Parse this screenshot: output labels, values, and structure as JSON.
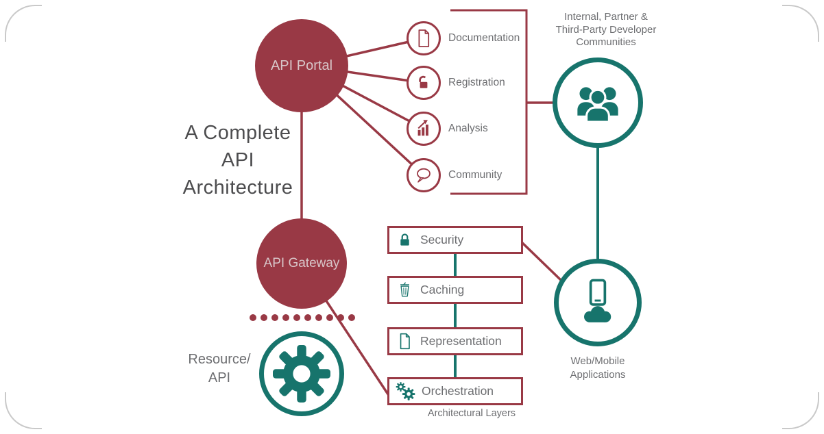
{
  "colors": {
    "maroon": "#993945",
    "teal": "#17746C",
    "title_text": "#4D4D4F",
    "label_text": "#6D6E71"
  },
  "title": {
    "lines": [
      "A Complete",
      "API",
      "Architecture"
    ]
  },
  "nodes": {
    "api_portal": {
      "label": "API Portal"
    },
    "api_gateway": {
      "label": "API Gateway"
    },
    "resource_api": {
      "lines": [
        "Resource/",
        "API"
      ]
    },
    "communities": {
      "lines": [
        "Internal, Partner &",
        "Third-Party Developer",
        "Communities"
      ]
    },
    "web_mobile": {
      "lines": [
        "Web/Mobile",
        "Applications"
      ]
    }
  },
  "portal_features": [
    {
      "label": "Documentation",
      "icon": "document-icon"
    },
    {
      "label": "Registration",
      "icon": "open-lock-icon"
    },
    {
      "label": "Analysis",
      "icon": "bar-chart-icon"
    },
    {
      "label": "Community",
      "icon": "speech-bubble-icon"
    }
  ],
  "layers": [
    {
      "label": "Security",
      "icon": "lock-icon"
    },
    {
      "label": "Caching",
      "icon": "cache-bin-icon"
    },
    {
      "label": "Representation",
      "icon": "page-icon"
    },
    {
      "label": "Orchestration",
      "icon": "gears-icon"
    }
  ],
  "layers_caption": "Architectural Layers"
}
